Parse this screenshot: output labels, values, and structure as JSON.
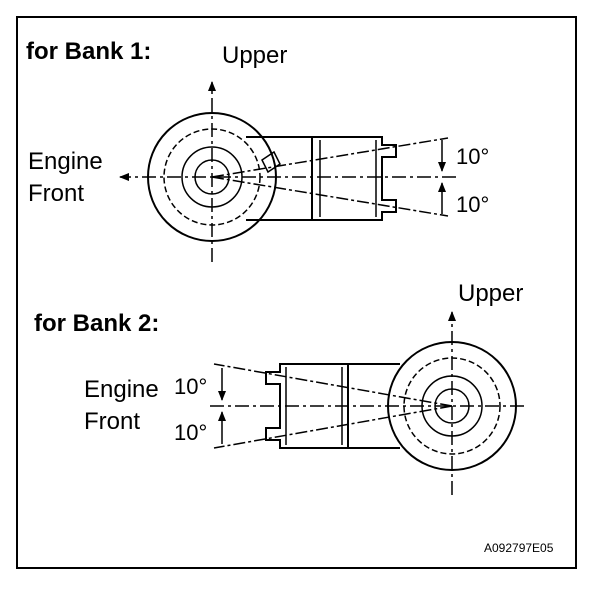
{
  "bank1": {
    "title": "for Bank 1:",
    "upper_label": "Upper",
    "front_label_line1": "Engine",
    "front_label_line2": "Front",
    "angle_top": "10°",
    "angle_bottom": "10°"
  },
  "bank2": {
    "title": "for Bank 2:",
    "upper_label": "Upper",
    "front_label_line1": "Engine",
    "front_label_line2": "Front",
    "angle_top": "10°",
    "angle_bottom": "10°"
  },
  "figure_code": "A092797E05",
  "colors": {
    "line": "#000000",
    "background": "#ffffff"
  }
}
